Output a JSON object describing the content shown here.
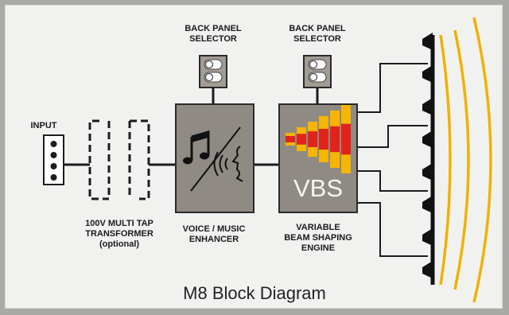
{
  "diagram": {
    "caption": "M8 Block Diagram",
    "input_label": "INPUT",
    "transformer_label": "100V MULTI TAP\nTRANSFORMER\n(optional)",
    "selector_labels": [
      "BACK PANEL\nSELECTOR",
      "BACK PANEL\nSELECTOR"
    ],
    "enhancer_label": "VOICE / MUSIC\nENHANCER",
    "vbs_label": "VARIABLE\nBEAM SHAPING\nENGINE",
    "vbs_text": "VBS",
    "colors": {
      "background": "#f1f2f0",
      "frame": "#a9a9a5",
      "block_fill": "#8f8b84",
      "block_border": "#2a2a2a",
      "wire": "#1c1c1c",
      "wave": "#f2b000",
      "bar_red": "#e2231a",
      "bar_yellow": "#f7b500"
    }
  }
}
